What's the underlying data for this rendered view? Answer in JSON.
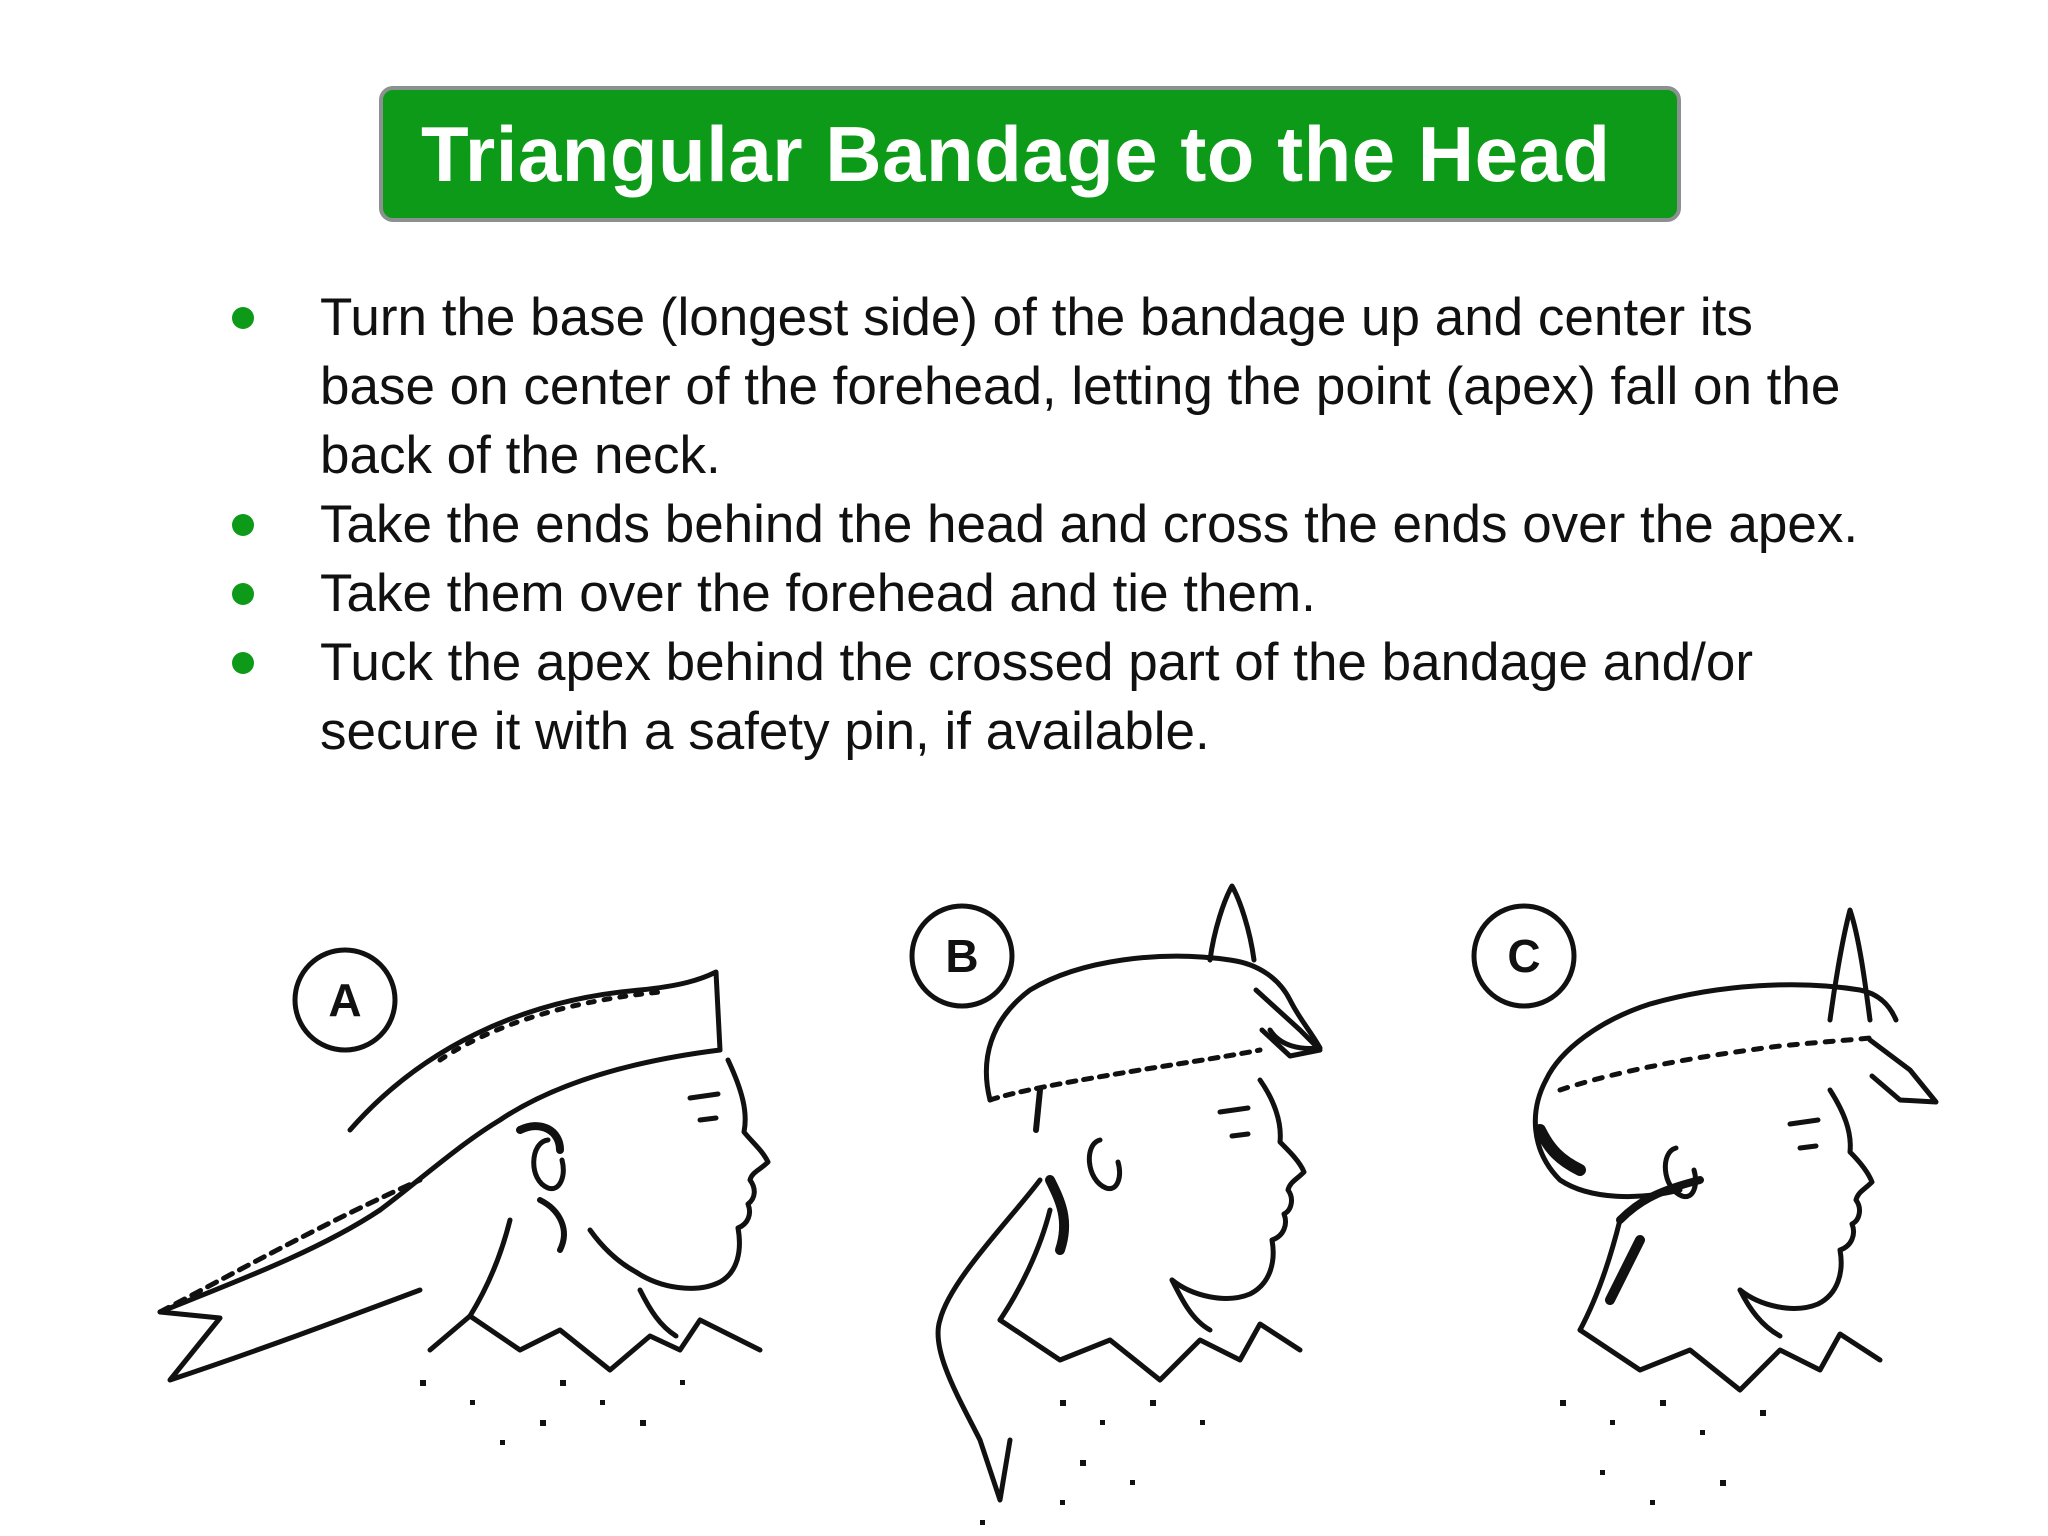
{
  "page": {
    "title": "Triangular Bandage to the Head"
  },
  "colors": {
    "accent_green": "#0c9a18",
    "title_border": "#8a9190",
    "text": "#111111",
    "background": "#ffffff"
  },
  "bullets": [
    "Turn the base (longest side) of the bandage up and center its base on center of the forehead, letting the point (apex) fall on the back of the neck.",
    "Take the ends behind the head and cross the ends over the apex.",
    "Take them over the forehead and tie them.",
    "Tuck the apex behind the crossed part of the bandage and/or secure it with a safety pin, if available."
  ],
  "figures": [
    {
      "label": "A"
    },
    {
      "label": "B"
    },
    {
      "label": "C"
    }
  ]
}
